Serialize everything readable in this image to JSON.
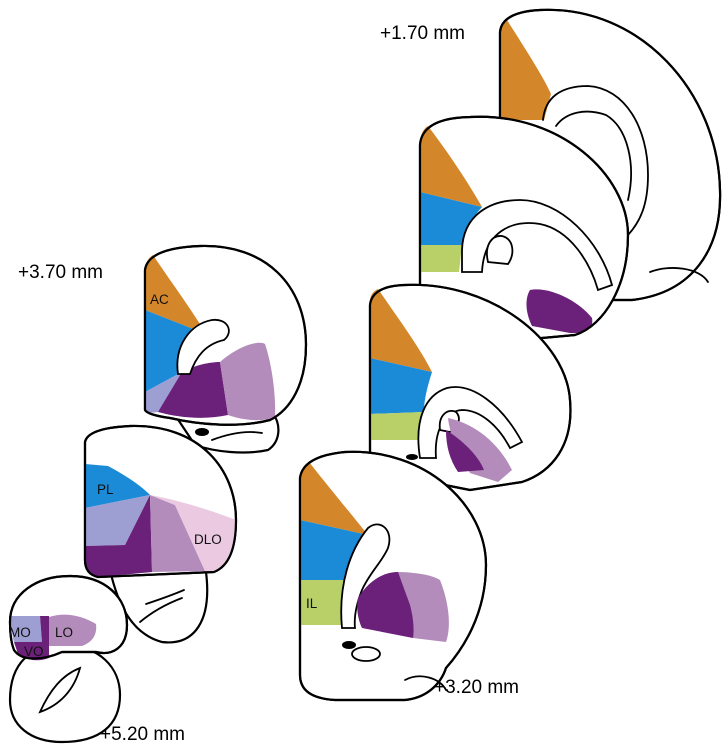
{
  "figure": {
    "levels": {
      "l1_70": "+1.70 mm",
      "l3_70": "+3.70 mm",
      "l3_20": "+3.20 mm",
      "l5_20": "+5.20 mm"
    },
    "regions": {
      "ac": "AC",
      "pl": "PL",
      "il": "IL",
      "dlo": "DLO",
      "mo": "MO",
      "lo": "LO",
      "vo": "VO"
    }
  },
  "colors": {
    "ac_orange": "#D4872A",
    "pl_blue": "#1B8BD8",
    "il_green": "#B8D067",
    "dark_purple": "#6B2079",
    "mauve": "#B38CBB",
    "light_pink": "#EAC9E1",
    "lavender": "#9D9ED2",
    "blob": "#000000"
  }
}
